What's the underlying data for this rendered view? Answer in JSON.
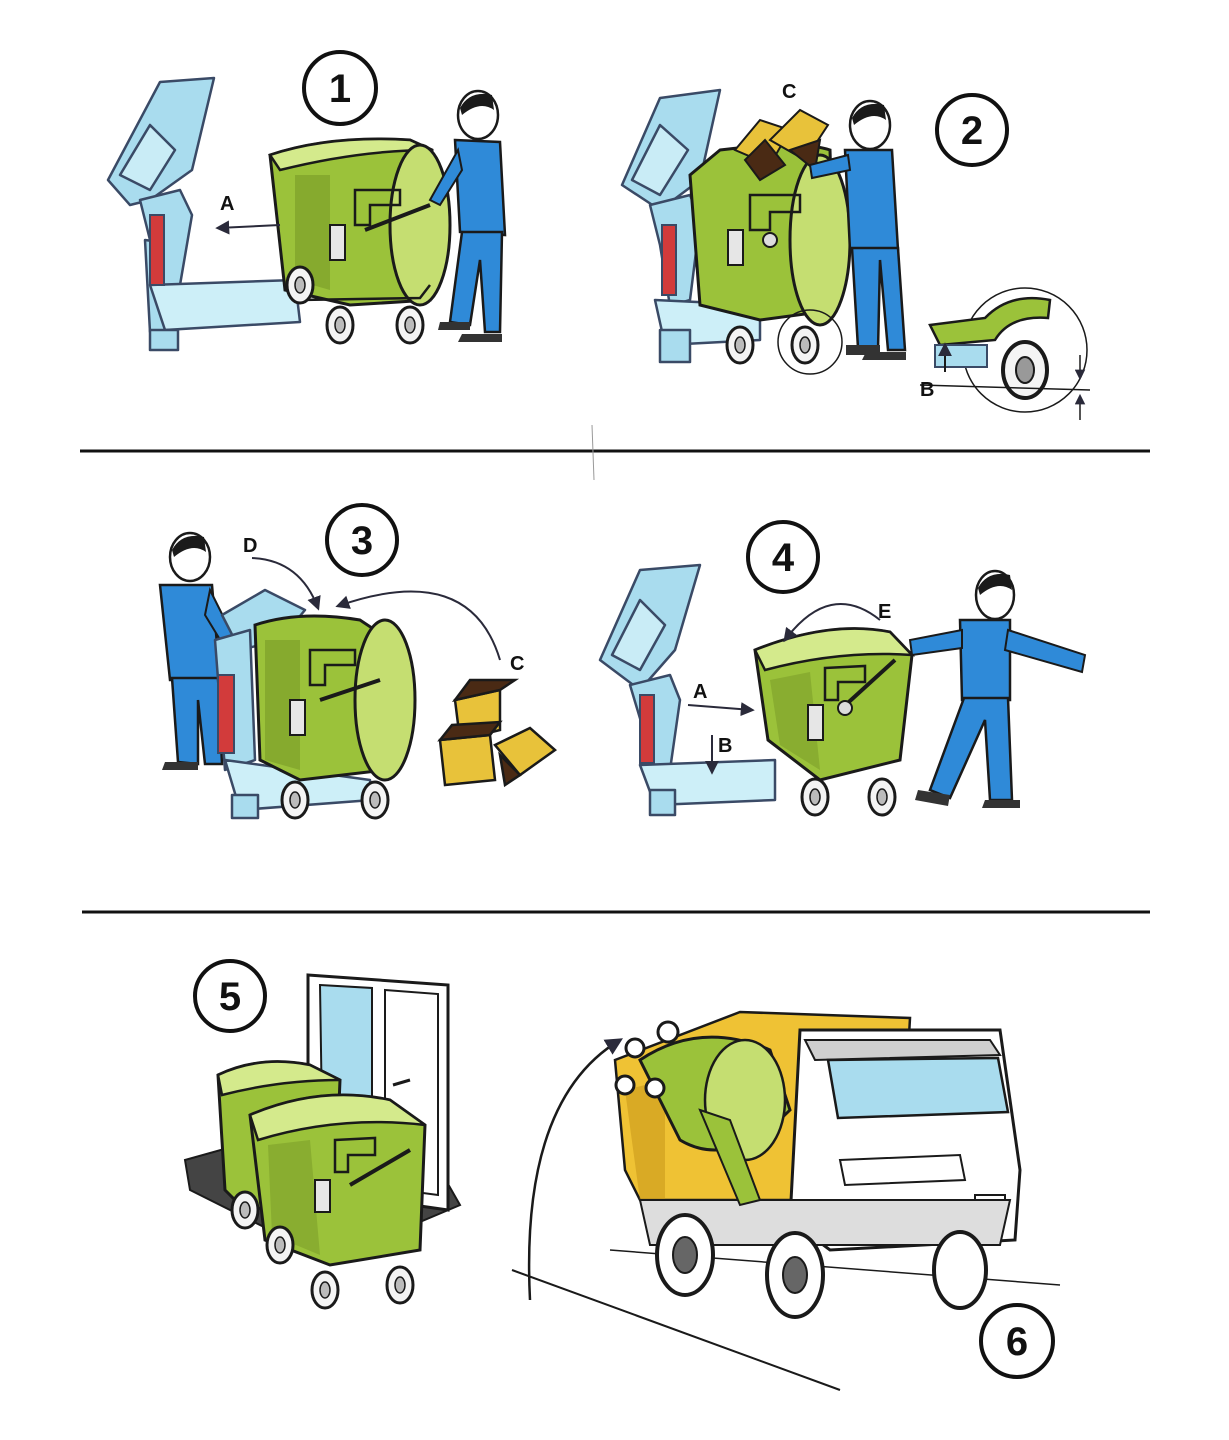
{
  "colors": {
    "bin_green": "#9bc23a",
    "bin_dark": "#5f7d1a",
    "bin_light": "#d4ea8c",
    "frame_blue": "#a9dcee",
    "frame_outline": "#3a4a66",
    "worker_blue": "#2f8ad8",
    "hydraulic_red": "#d23b3b",
    "box_yellow": "#e8c23a",
    "box_brown": "#4a2a14",
    "truck_yellow": "#efc234",
    "ink": "#1a1a1a"
  },
  "steps": [
    {
      "number": "1"
    },
    {
      "number": "2"
    },
    {
      "number": "3"
    },
    {
      "number": "4"
    },
    {
      "number": "5"
    },
    {
      "number": "6"
    }
  ],
  "labels": {
    "step1_a": "A",
    "step2_c": "C",
    "step2_b": "B",
    "step3_d": "D",
    "step3_c": "C",
    "step4_a": "A",
    "step4_b": "B",
    "step4_e": "E"
  },
  "icons": [
    "lifting-frame-icon",
    "waste-bin-icon",
    "worker-icon",
    "cardboard-boxes-icon",
    "garbage-truck-icon",
    "door-icon",
    "curved-arrow-icon"
  ]
}
